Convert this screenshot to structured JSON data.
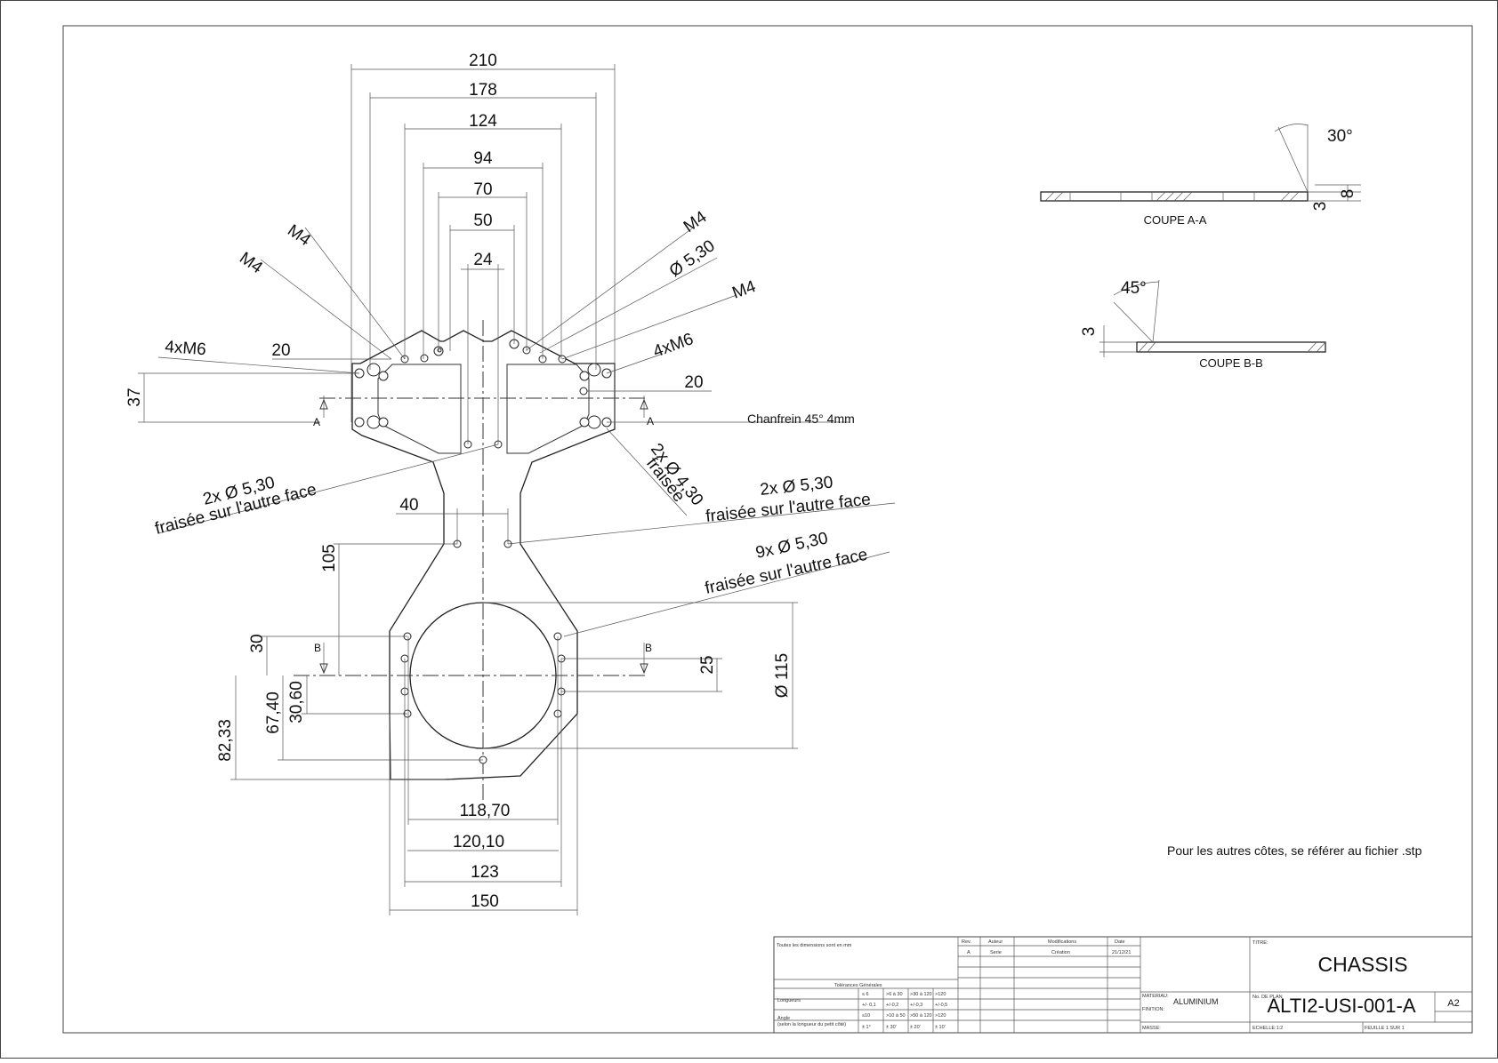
{
  "drawing": {
    "dims": {
      "d210": "210",
      "d178": "178",
      "d124": "124",
      "d94": "94",
      "d70": "70",
      "d50": "50",
      "d24": "24",
      "d20a": "20",
      "d20b": "20",
      "d37": "37",
      "d40": "40",
      "d105": "105",
      "d30": "30",
      "d25": "25",
      "d67_40": "67,40",
      "d30_60": "30,60",
      "d82_33": "82,33",
      "d115": "Ø 115",
      "d118_70": "118,70",
      "d120_10": "120,10",
      "d123": "123",
      "d150": "150"
    },
    "callouts": {
      "m4_a": "M4",
      "m4_b": "M4",
      "m4_c": "M4",
      "m4_d": "M4",
      "m6_left": "4xM6",
      "m6_right": "4xM6",
      "d530_top": "Ø 5,30",
      "chamfer": "Chanfrein 45° 4mm",
      "h430_1": "2x Ø 4,30",
      "h430_2": "fraisée",
      "left530_1": "2x Ø 5,30",
      "left530_2": "fraisée sur l'autre face",
      "mid530_1": "2x Ø 5,30",
      "mid530_2": "fraisée sur l'autre face",
      "nine530_1": "9x Ø 5,30",
      "nine530_2": "fraisée sur l'autre face"
    },
    "section_labels": {
      "a_left": "A",
      "a_right": "A",
      "b_left": "B",
      "b_right": "B"
    },
    "section_aa": {
      "title": "COUPE A-A",
      "angle": "30°",
      "d3": "3",
      "d8": "8"
    },
    "section_bb": {
      "title": "COUPE B-B",
      "angle": "45°",
      "d3": "3"
    },
    "note": "Pour les autres côtes, se référer au fichier .stp"
  },
  "title_block": {
    "units_note": "Toutes les dimensions sont en mm",
    "rev_headers": [
      "Rev.",
      "Auteur",
      "Modifications",
      "Date"
    ],
    "rev_row": [
      "A",
      "Serie",
      "Création",
      "21/12/21"
    ],
    "tolerances_title": "Tolérances Générales",
    "longueurs_label": "Longueurs",
    "longueurs_ranges": [
      "≤ 6",
      ">6 à 30",
      ">30 à 120",
      ">120"
    ],
    "longueurs_values": [
      "+/- 0,1",
      "+/-0,2",
      "+/-0,3",
      "+/-0,5"
    ],
    "angle_label_1": "Angle",
    "angle_label_2": "(selon la longueur du petit côté)",
    "angle_ranges": [
      "≤10",
      ">10 à 50",
      ">50 à 120",
      ">120"
    ],
    "angle_values": [
      "± 1°",
      "± 30'",
      "± 20'",
      "± 10'"
    ],
    "materiau_label": "MATERIAU:",
    "materiau_value": "ALUMINIUM",
    "finition_label": "FINITION:",
    "masse_label": "MASSE:",
    "titre_label": "TITRE:",
    "titre_value": "CHASSIS",
    "no_plan_label": "No. DE PLAN",
    "no_plan_value": "ALTI2-USI-001-A",
    "format": "A2",
    "echelle": "ECHELLE:1:2",
    "feuille": "FEUILLE 1 SUR 1"
  }
}
